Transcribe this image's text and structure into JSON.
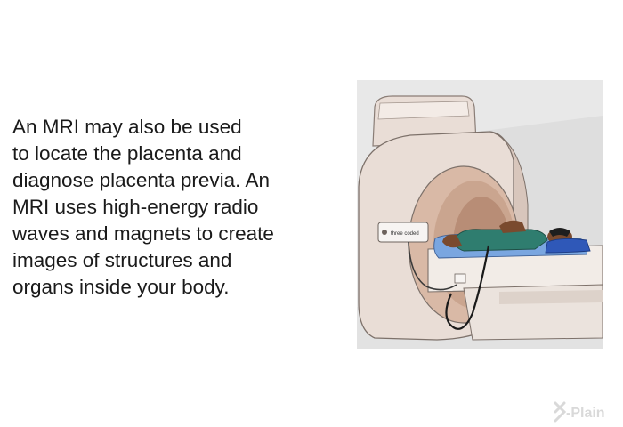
{
  "content": {
    "lines": [
      "An MRI may also be used",
      "to locate the placenta and",
      "diagnose placenta previa. An",
      "MRI uses high-energy radio",
      "waves and magnets to create",
      "images of structures and",
      "organs inside your body."
    ]
  },
  "illustration": {
    "subject": "mri-scanner-with-patient",
    "panel_label": "three coded"
  },
  "brand": {
    "logo_text": "X-Plain",
    "color": "#d9d9d9"
  },
  "colors": {
    "text": "#1a1a1a",
    "scanner_body": "#e9ddd6",
    "scanner_shadow": "#d8c6bc",
    "bore_inner": "#d9b9a6",
    "patient_gown": "#2f7d6f",
    "blanket": "#7aa6e0",
    "pillow": "#2f58b8",
    "skin": "#7a4a2e",
    "table": "#f2ece7",
    "room_wall": "#e8e8e8"
  }
}
